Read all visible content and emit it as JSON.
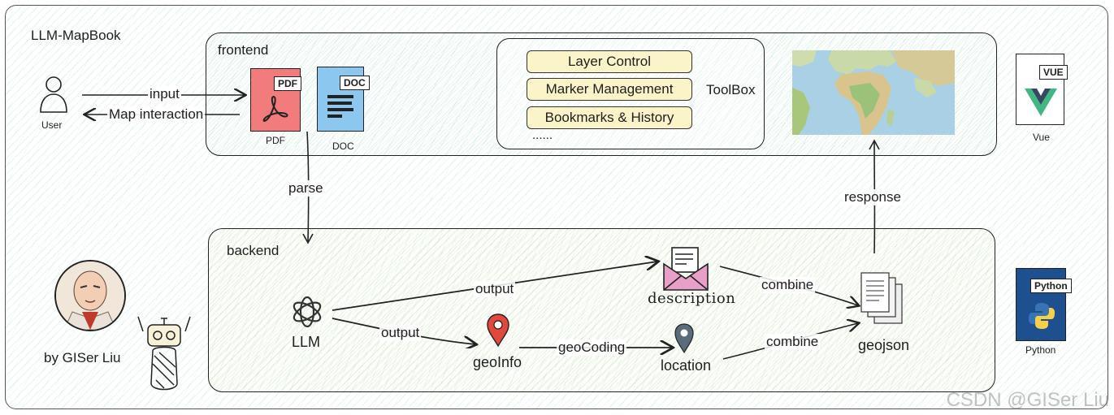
{
  "title": "LLM-MapBook",
  "frontend": {
    "label": "frontend",
    "user_label": "User",
    "input_label": "input",
    "map_interaction_label": "Map interaction",
    "pdf_tag": "PDF",
    "pdf_caption": "PDF",
    "doc_tag": "DOC",
    "doc_caption": "DOC",
    "toolbox_label": "ToolBox",
    "tools": [
      "Layer Control",
      "Marker Management",
      "Bookmarks & History"
    ],
    "tools_more": "......",
    "vue_tag": "VUE",
    "vue_caption": "Vue"
  },
  "edges": {
    "parse": "parse",
    "response": "response"
  },
  "backend": {
    "label": "backend",
    "llm_label": "LLM",
    "output_1": "output",
    "output_2": "output",
    "description_label": "description",
    "geoinfo_label": "geoInfo",
    "geocoding_label": "geoCoding",
    "location_label": "location",
    "combine_1": "combine",
    "combine_2": "combine",
    "geojson_label": "geojson",
    "python_tag": "Python",
    "python_caption": "Python"
  },
  "author": "by GISer Liu",
  "watermark": "CSDN @GISer Liu",
  "colors": {
    "pdf": "#f27b7b",
    "doc": "#8cc7f0",
    "tool_button": "#fbf4c8",
    "vue_green": "#41b883",
    "python_blue": "#1e4f8f",
    "description_pink": "#e9a0c8",
    "geoinfo_red": "#e2483b",
    "location_gray": "#5a6b7a"
  }
}
